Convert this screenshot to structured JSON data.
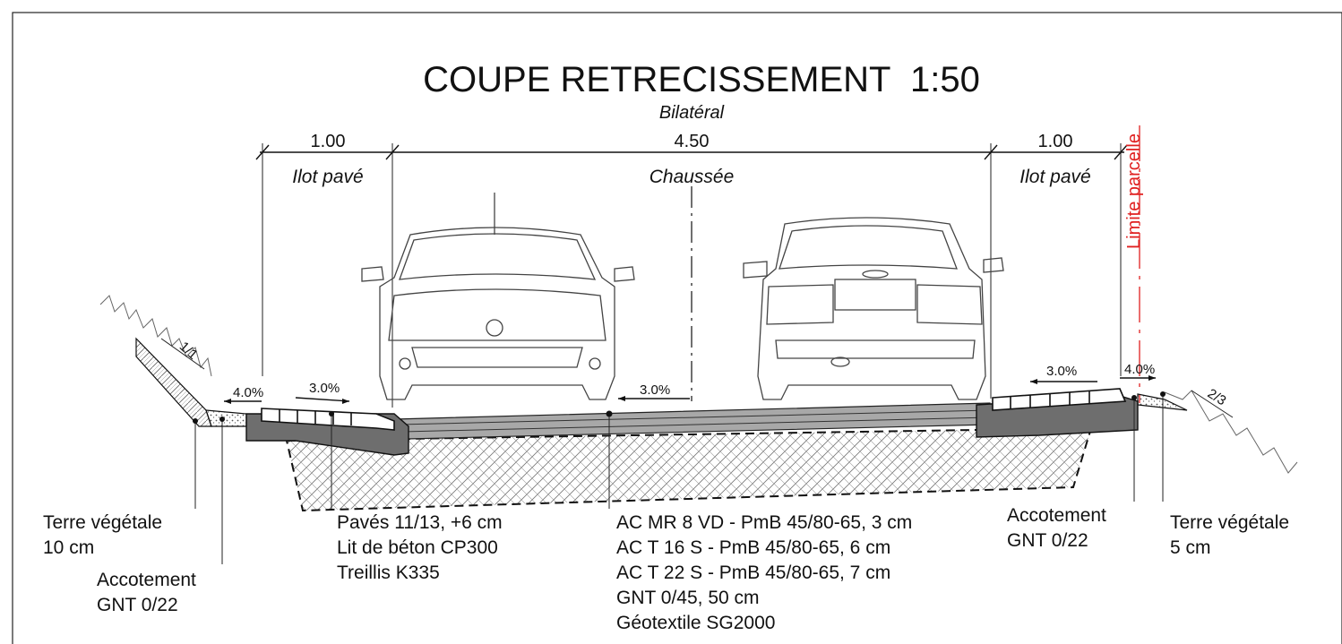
{
  "title": "COUPE RETRECISSEMENT  1:50",
  "subtitle": "Bilatéral",
  "dimensions": {
    "left_island": "1.00",
    "carriageway": "4.50",
    "right_island": "1.00"
  },
  "zones": {
    "left_island": "Ilot pavé",
    "carriageway": "Chaussée",
    "right_island": "Ilot pavé"
  },
  "property_limit": "Limite parcelle",
  "slopes": {
    "left_embankment": "1/1",
    "left_shoulder": "4.0%",
    "left_paving": "3.0%",
    "carriageway": "3.0%",
    "right_paving": "3.0%",
    "right_shoulder": "4.0%",
    "right_embankment": "2/3"
  },
  "callouts": {
    "topsoil_left": [
      "Terre végétale",
      "10 cm"
    ],
    "shoulder_left": [
      "Accotement",
      "GNT 0/22"
    ],
    "paving": [
      "Pavés 11/13, +6 cm",
      "Lit de béton CP300",
      "Treillis K335"
    ],
    "pavement": [
      "AC MR 8 VD - PmB 45/80-65, 3 cm",
      "AC T 16 S - PmB 45/80-65, 6 cm",
      "AC T 22 S - PmB 45/80-65, 7 cm",
      "GNT 0/45, 50 cm",
      "Géotextile SG2000"
    ],
    "shoulder_right": [
      "Accotement",
      "GNT 0/22"
    ],
    "topsoil_right": [
      "Terre végétale",
      "5 cm"
    ]
  },
  "colors": {
    "lines": "#111111",
    "limit": "#e02020",
    "asphalt": "#9a9a9a",
    "concrete": "#6e6e6e"
  }
}
